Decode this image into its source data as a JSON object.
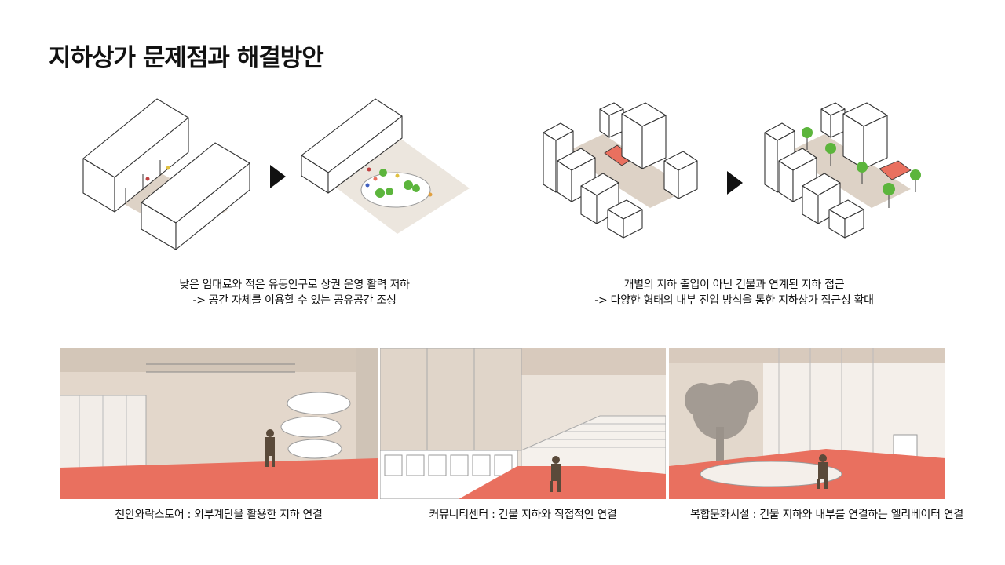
{
  "title": "지하상가 문제점과 해결방안",
  "captions": {
    "top_left_line1": "낮은 임대료와 적은 유동인구로 상권 운영 활력 저하",
    "top_left_line2": "-> 공간 자체를 이용할 수 있는 공유공간 조성",
    "top_right_line1": "개별의 지하 출입이 아닌 건물과 연계된 지하 접근",
    "top_right_line2": "-> 다양한 형태의 내부 진입 방식을 통한 지하상가 접근성 확대",
    "bottom_1": "천안와락스토어 : 외부계단을 활용한 지하 연결",
    "bottom_2": "커뮤니티센터 : 건물 지하와 직접적인 연결",
    "bottom_3": "복합문화시설 : 건물 지하와 내부를 연결하는 엘리베이터 연결"
  },
  "colors": {
    "accent_red": "#e9705f",
    "beige": "#ddd2c6",
    "tree_green": "#5cb53c",
    "line": "#333333"
  }
}
